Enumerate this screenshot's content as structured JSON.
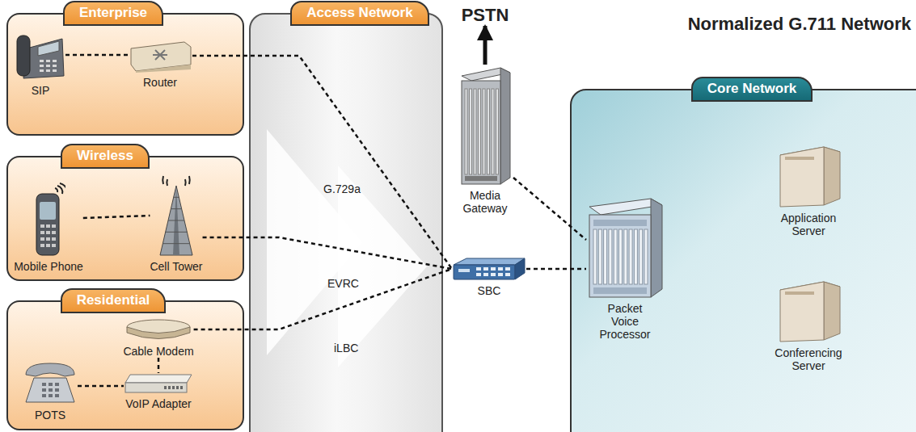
{
  "diagram": {
    "title": "Normalized G.711 Network",
    "nodes": [
      {
        "text": [
          "Enterprise"
        ]
      },
      {
        "text": [
          "SIP"
        ],
        "in": 0
      },
      {
        "text": [
          "Router"
        ],
        "in": 0
      },
      {
        "text": [
          "Wireless"
        ]
      },
      {
        "text": [
          "Mobile Phone"
        ],
        "in": 3
      },
      {
        "text": [
          "Cell Tower"
        ],
        "in": 3
      },
      {
        "text": [
          "Residential"
        ]
      },
      {
        "text": [
          "Cable Modem"
        ],
        "in": 6
      },
      {
        "text": [
          "POTS"
        ],
        "in": 6
      },
      {
        "text": [
          "VoIP Adapter"
        ],
        "in": 6
      },
      {
        "text": [
          "Access Network"
        ]
      },
      {
        "text": [
          "PSTN"
        ]
      },
      {
        "text": [
          "Media Gateway"
        ]
      },
      {
        "text": [
          "SBC"
        ]
      },
      {
        "text": [
          "Core Network"
        ]
      },
      {
        "text": [
          "Packet Voice Processor"
        ],
        "in": 14
      },
      {
        "text": [
          "Application Server"
        ],
        "in": 14
      },
      {
        "text": [
          "Conferencing Server"
        ],
        "in": 14
      }
    ],
    "edges": [
      {
        "from": 1,
        "to": 2,
        "arrow": "none"
      },
      {
        "from": 2,
        "to": 13,
        "label": "G.729a",
        "arrow": "none"
      },
      {
        "from": 4,
        "to": 5,
        "arrow": "none"
      },
      {
        "from": 5,
        "to": 13,
        "label": "EVRC",
        "arrow": "none"
      },
      {
        "from": 8,
        "to": 9,
        "arrow": "none"
      },
      {
        "from": 7,
        "to": 9,
        "arrow": "none"
      },
      {
        "from": 7,
        "to": 13,
        "label": "iLBC",
        "arrow": "none"
      },
      {
        "from": 13,
        "to": 15,
        "arrow": "none"
      },
      {
        "from": 12,
        "to": 15,
        "arrow": "none"
      },
      {
        "from": 12,
        "to": 11,
        "arrow": "to"
      }
    ]
  }
}
